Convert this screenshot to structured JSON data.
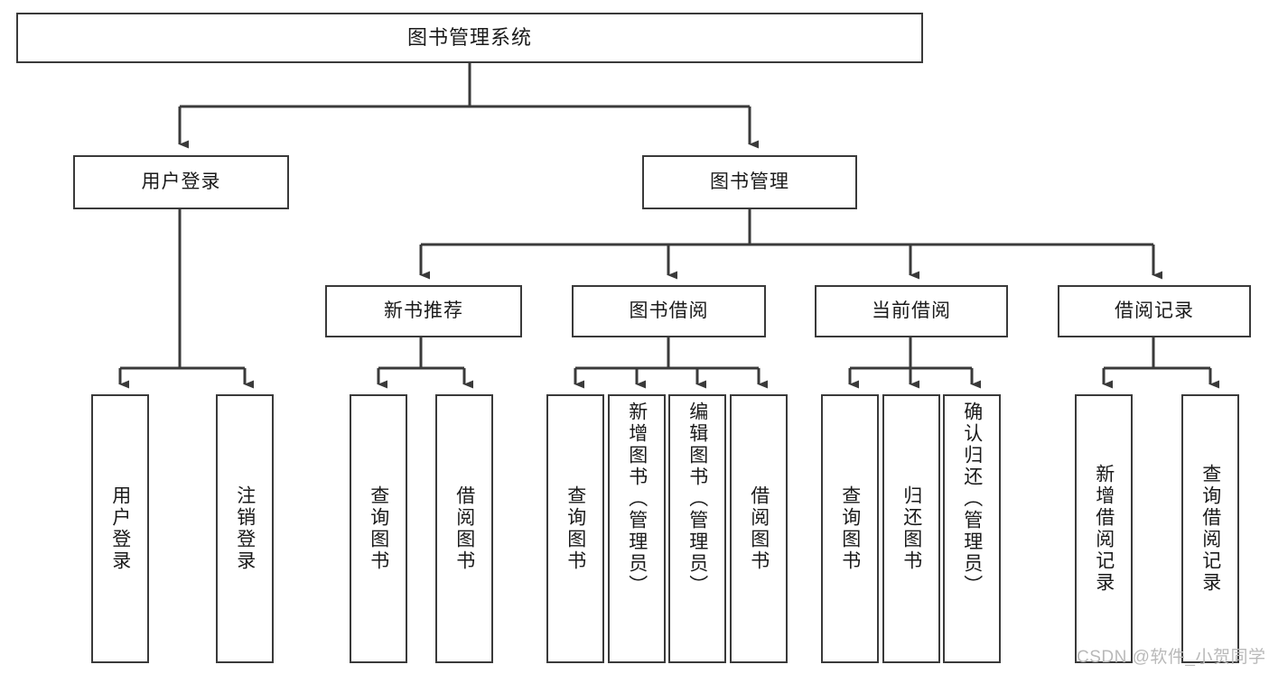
{
  "diagram": {
    "title": "图书管理系统",
    "watermark": "CSDN @软件_小贺同学",
    "line_color": "#3a3a3a",
    "box_fill": "#ffffff",
    "text_color": "#1a1a1a",
    "nodes": {
      "root": "图书管理系统",
      "level1": [
        "用户登录",
        "图书管理"
      ],
      "level2": [
        "新书推荐",
        "图书借阅",
        "当前借阅",
        "借阅记录"
      ],
      "leaves": {
        "user_login": [
          "用户登录",
          "注销登录"
        ],
        "new_book": [
          "查询图书",
          "借阅图书"
        ],
        "book_borrow": [
          "查询图书",
          "新增图书（管理员）",
          "编辑图书（管理员）",
          "借阅图书"
        ],
        "current_borrow": [
          "查询图书",
          "归还图书",
          "确认归还（管理员）"
        ],
        "borrow_record": [
          "新增借阅记录",
          "查询借阅记录"
        ]
      }
    }
  }
}
